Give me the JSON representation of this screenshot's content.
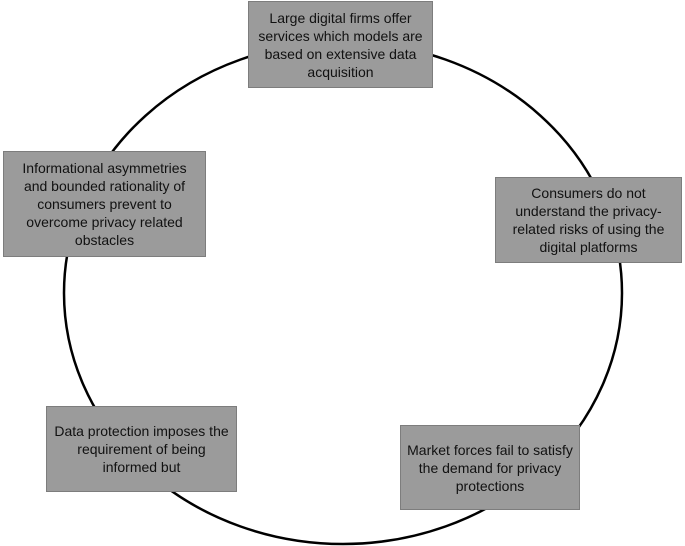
{
  "diagram": {
    "colors": {
      "box_fill": "#9b9b9b",
      "box_border": "#7d7d7d",
      "circle_stroke": "#000000",
      "text": "#111111"
    },
    "steps": [
      {
        "id": "firms",
        "text": "Large digital firms offer services which models are based on extensive data acquisition"
      },
      {
        "id": "consumers",
        "text": "Consumers do not understand the privacy-related risks of using the digital platforms"
      },
      {
        "id": "market",
        "text": "Market forces fail to satisfy the demand for privacy protections"
      },
      {
        "id": "data-protection",
        "text": "Data protection imposes the requirement of being informed but"
      },
      {
        "id": "asymmetries",
        "text": "Informational asymmetries and bounded rationality of consumers prevent to overcome privacy related obstacles"
      }
    ]
  }
}
